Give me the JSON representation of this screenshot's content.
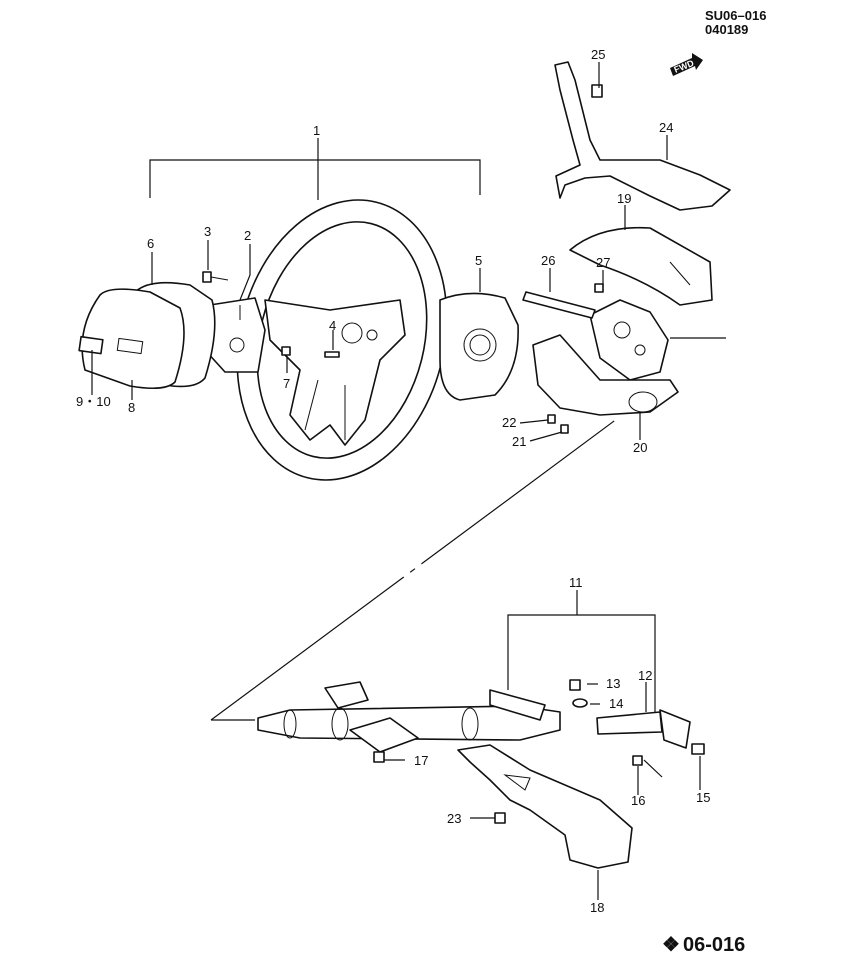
{
  "header": {
    "code": "SU06–016",
    "date": "040189"
  },
  "fwd_badge": {
    "label": "FWD"
  },
  "footer": {
    "code": "06-016",
    "symbol": "❖"
  },
  "callouts": {
    "p1": "1",
    "p2": "2",
    "p3": "3",
    "p4": "4",
    "p5": "5",
    "p6": "6",
    "p7": "7",
    "p8": "8",
    "p9_10": "9・10",
    "p11": "11",
    "p12": "12",
    "p13": "13",
    "p14": "14",
    "p15": "15",
    "p16": "16",
    "p17": "17",
    "p18": "18",
    "p19": "19",
    "p20": "20",
    "p21": "21",
    "p22": "22",
    "p23": "23",
    "p24": "24",
    "p25": "25",
    "p26": "26",
    "p27": "27"
  }
}
